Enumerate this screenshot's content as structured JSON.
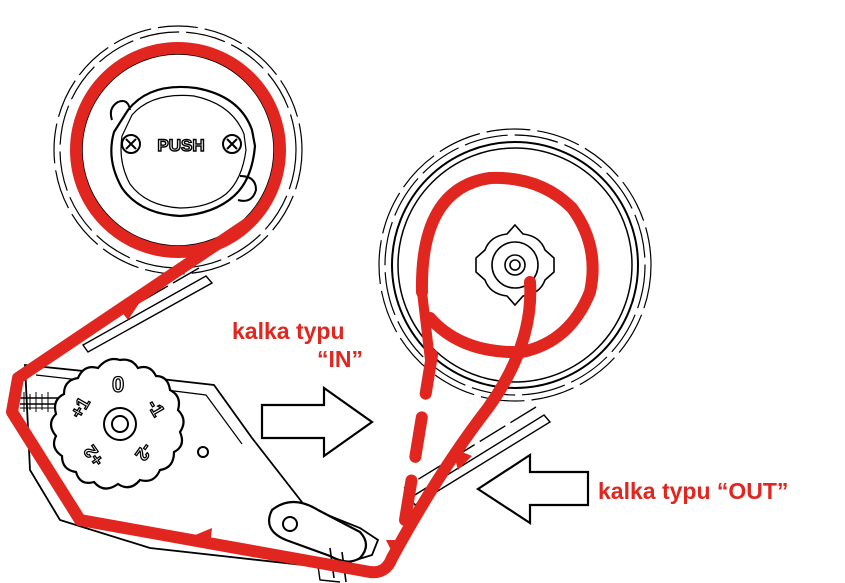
{
  "diagram": {
    "push_label": "PUSH",
    "dial_marks": [
      "0",
      "-1",
      "-2",
      "+1",
      "+2"
    ],
    "labels": {
      "in_line1": "kalka typu",
      "in_line2": "“IN”",
      "out": "kalka typu “OUT”"
    },
    "colors": {
      "ribbon": "#e0261f",
      "line": "#000000",
      "background": "#ffffff"
    }
  }
}
